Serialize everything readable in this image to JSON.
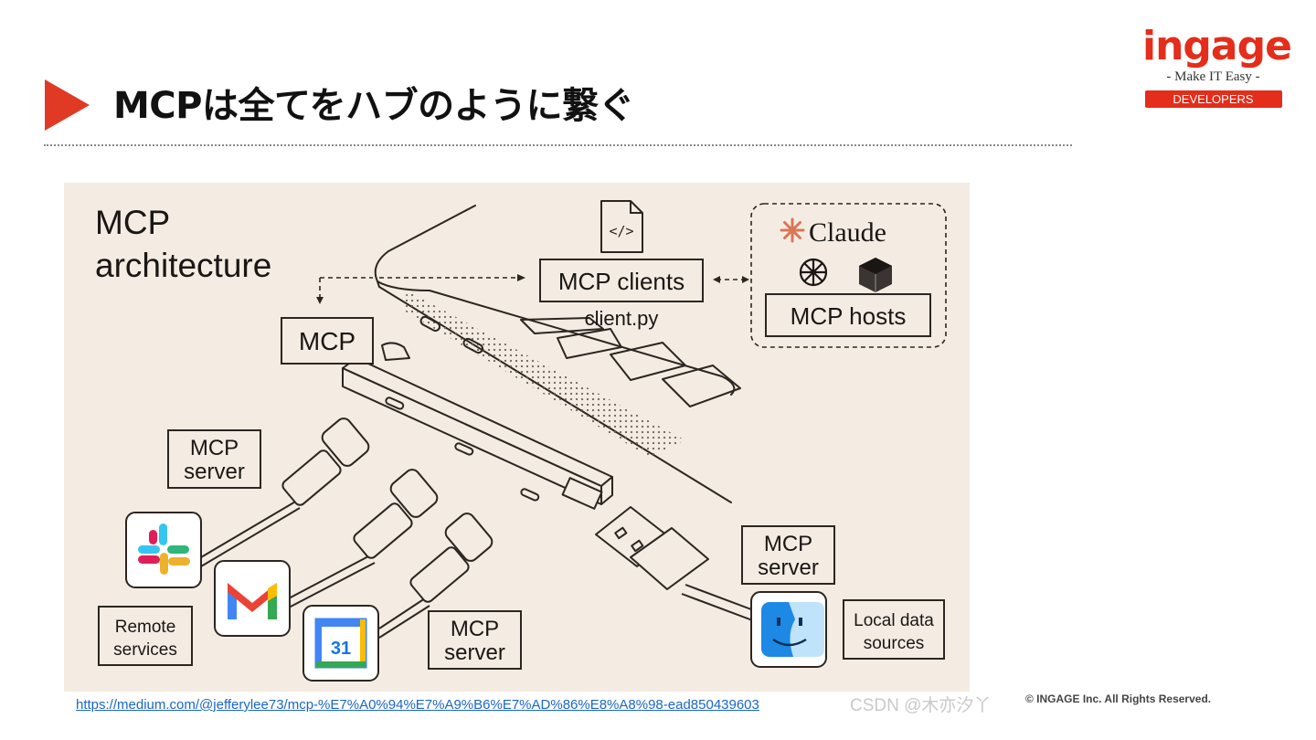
{
  "slide": {
    "title": "MCPは全てをハブのように繋ぐ"
  },
  "logo": {
    "name": "ingage",
    "tagline": "- Make IT Easy -",
    "badge": "DEVELOPERS"
  },
  "diagram": {
    "heading_line1": "MCP",
    "heading_line2": "architecture",
    "hub_label": "MCP",
    "clients_label": "MCP clients",
    "client_file": "client.py",
    "file_icon_text": "</>",
    "claude_label": "Claude",
    "hosts_label": "MCP hosts",
    "server_left_line1": "MCP",
    "server_left_line2": "server",
    "server_bottom_line1": "MCP",
    "server_bottom_line2": "server",
    "server_right_line1": "MCP",
    "server_right_line2": "server",
    "remote_line1": "Remote",
    "remote_line2": "services",
    "local_line1": "Local data",
    "local_line2": "sources",
    "calendar_number": "31",
    "colors": {
      "background": "#f4ece3",
      "stroke": "#2b2622",
      "claude_orange": "#d97757",
      "gmail_red": "#ea4335",
      "gmail_blue": "#4285f4",
      "gmail_green": "#34a853",
      "gmail_yellow": "#fbbc04",
      "slack_purple": "#e01e5a",
      "finder_blue": "#1e88e5"
    },
    "icons": [
      "file-code-icon",
      "claude-icon",
      "openai-icon",
      "cube-icon",
      "slack-icon",
      "gmail-icon",
      "google-calendar-icon",
      "finder-icon"
    ]
  },
  "footer": {
    "link": "https://medium.com/@jefferylee73/mcp-%E7%A0%94%E7%A9%B6%E7%AD%86%E8%A8%98-ead850439603",
    "watermark": "CSDN @木亦汐丫",
    "copyright": "© INGAGE Inc. All Rights Reserved."
  },
  "theme": {
    "accent": "#e03a24",
    "link": "#1a66c8"
  }
}
